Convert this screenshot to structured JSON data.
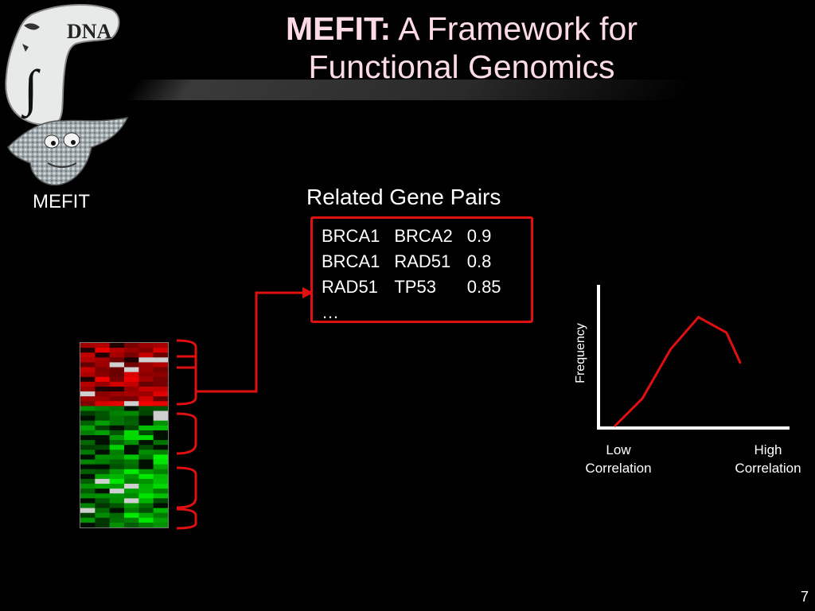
{
  "title": {
    "bold": "MEFIT:",
    "rest_line1": " A Framework for",
    "line2": "Functional Genomics"
  },
  "logo": {
    "label": "MEFIT",
    "banner_text": "DNA"
  },
  "gene_pairs": {
    "heading": "Related Gene Pairs",
    "rows": [
      [
        "BRCA1",
        "BRCA2",
        "0.9"
      ],
      [
        "BRCA1",
        "RAD51",
        "0.8"
      ],
      [
        "RAD51",
        "TP53",
        "0.85"
      ],
      [
        "…",
        "",
        ""
      ]
    ]
  },
  "chart_data": {
    "type": "line",
    "title": "",
    "xlabel_left": "Low Correlation",
    "xlabel_right": "High Correlation",
    "ylabel": "Frequency",
    "series": [
      {
        "color": "#e01010",
        "x": [
          0.0,
          0.2,
          0.4,
          0.6,
          0.8,
          0.9
        ],
        "y": [
          0.0,
          0.2,
          0.55,
          0.78,
          0.67,
          0.45
        ]
      }
    ],
    "xlim": [
      0,
      1
    ],
    "ylim": [
      0,
      1
    ],
    "grid": false,
    "legend": "none"
  },
  "colors": {
    "accent_red": "#e01010",
    "title_pink": "#fddbe4",
    "heat_green": "#00ff00",
    "heat_red": "#ff0000"
  },
  "page_number": "7"
}
